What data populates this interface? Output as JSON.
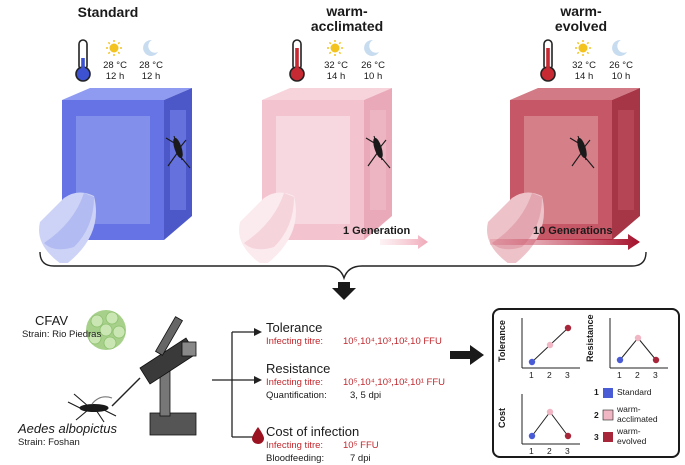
{
  "colors": {
    "standard": "#4a5bd6",
    "warm_acclimated": "#f0b6c4",
    "warm_evolved": "#a8263a",
    "red_text": "#c0282e",
    "dark": "#222222"
  },
  "groups": [
    {
      "title": "Standard",
      "day_temp": "28 °C",
      "day_hours": "12 h",
      "night_temp": "28 °C",
      "night_hours": "12 h"
    },
    {
      "title_line1": "warm-",
      "title_line2": "acclimated",
      "day_temp": "32 °C",
      "day_hours": "14 h",
      "night_temp": "26 °C",
      "night_hours": "10 h",
      "generation": "1 Generation"
    },
    {
      "title_line1": "warm-",
      "title_line2": "evolved",
      "day_temp": "32 °C",
      "day_hours": "14 h",
      "night_temp": "26 °C",
      "night_hours": "10 h",
      "generation": "10 Generations"
    }
  ],
  "virus": {
    "name": "CFAV",
    "strain": "Strain: Rio Piedras"
  },
  "mosquito": {
    "name": "Aedes albopictus",
    "strain": "Strain: Foshan"
  },
  "experiments": {
    "tolerance": {
      "title": "Tolerance",
      "infect_label": "Infecting titre:",
      "infect_value": "10⁵,10⁴,10³,10²,10 FFU"
    },
    "resistance": {
      "title": "Resistance",
      "infect_label": "Infecting titre:",
      "infect_value": "10⁵,10⁴,10³,10²,10¹ FFU",
      "quant_label": "Quantification:",
      "quant_value": "3, 5 dpi"
    },
    "cost": {
      "title": "Cost of infection",
      "infect_label": "Infecting titre:",
      "infect_value": "10⁵ FFU",
      "blood_label": "Bloodfeeding:",
      "blood_value": "7 dpi"
    }
  },
  "predictions": {
    "tolerance_label": "Tolerance",
    "resistance_label": "Resistance",
    "cost_label": "Cost",
    "x_ticks": [
      "1",
      "2",
      "3"
    ],
    "legend": [
      {
        "num": "1",
        "label": "Standard"
      },
      {
        "num": "2",
        "label_line1": "warm-",
        "label_line2": "acclimated"
      },
      {
        "num": "3",
        "label_line1": "warm-",
        "label_line2": "evolved"
      }
    ]
  }
}
